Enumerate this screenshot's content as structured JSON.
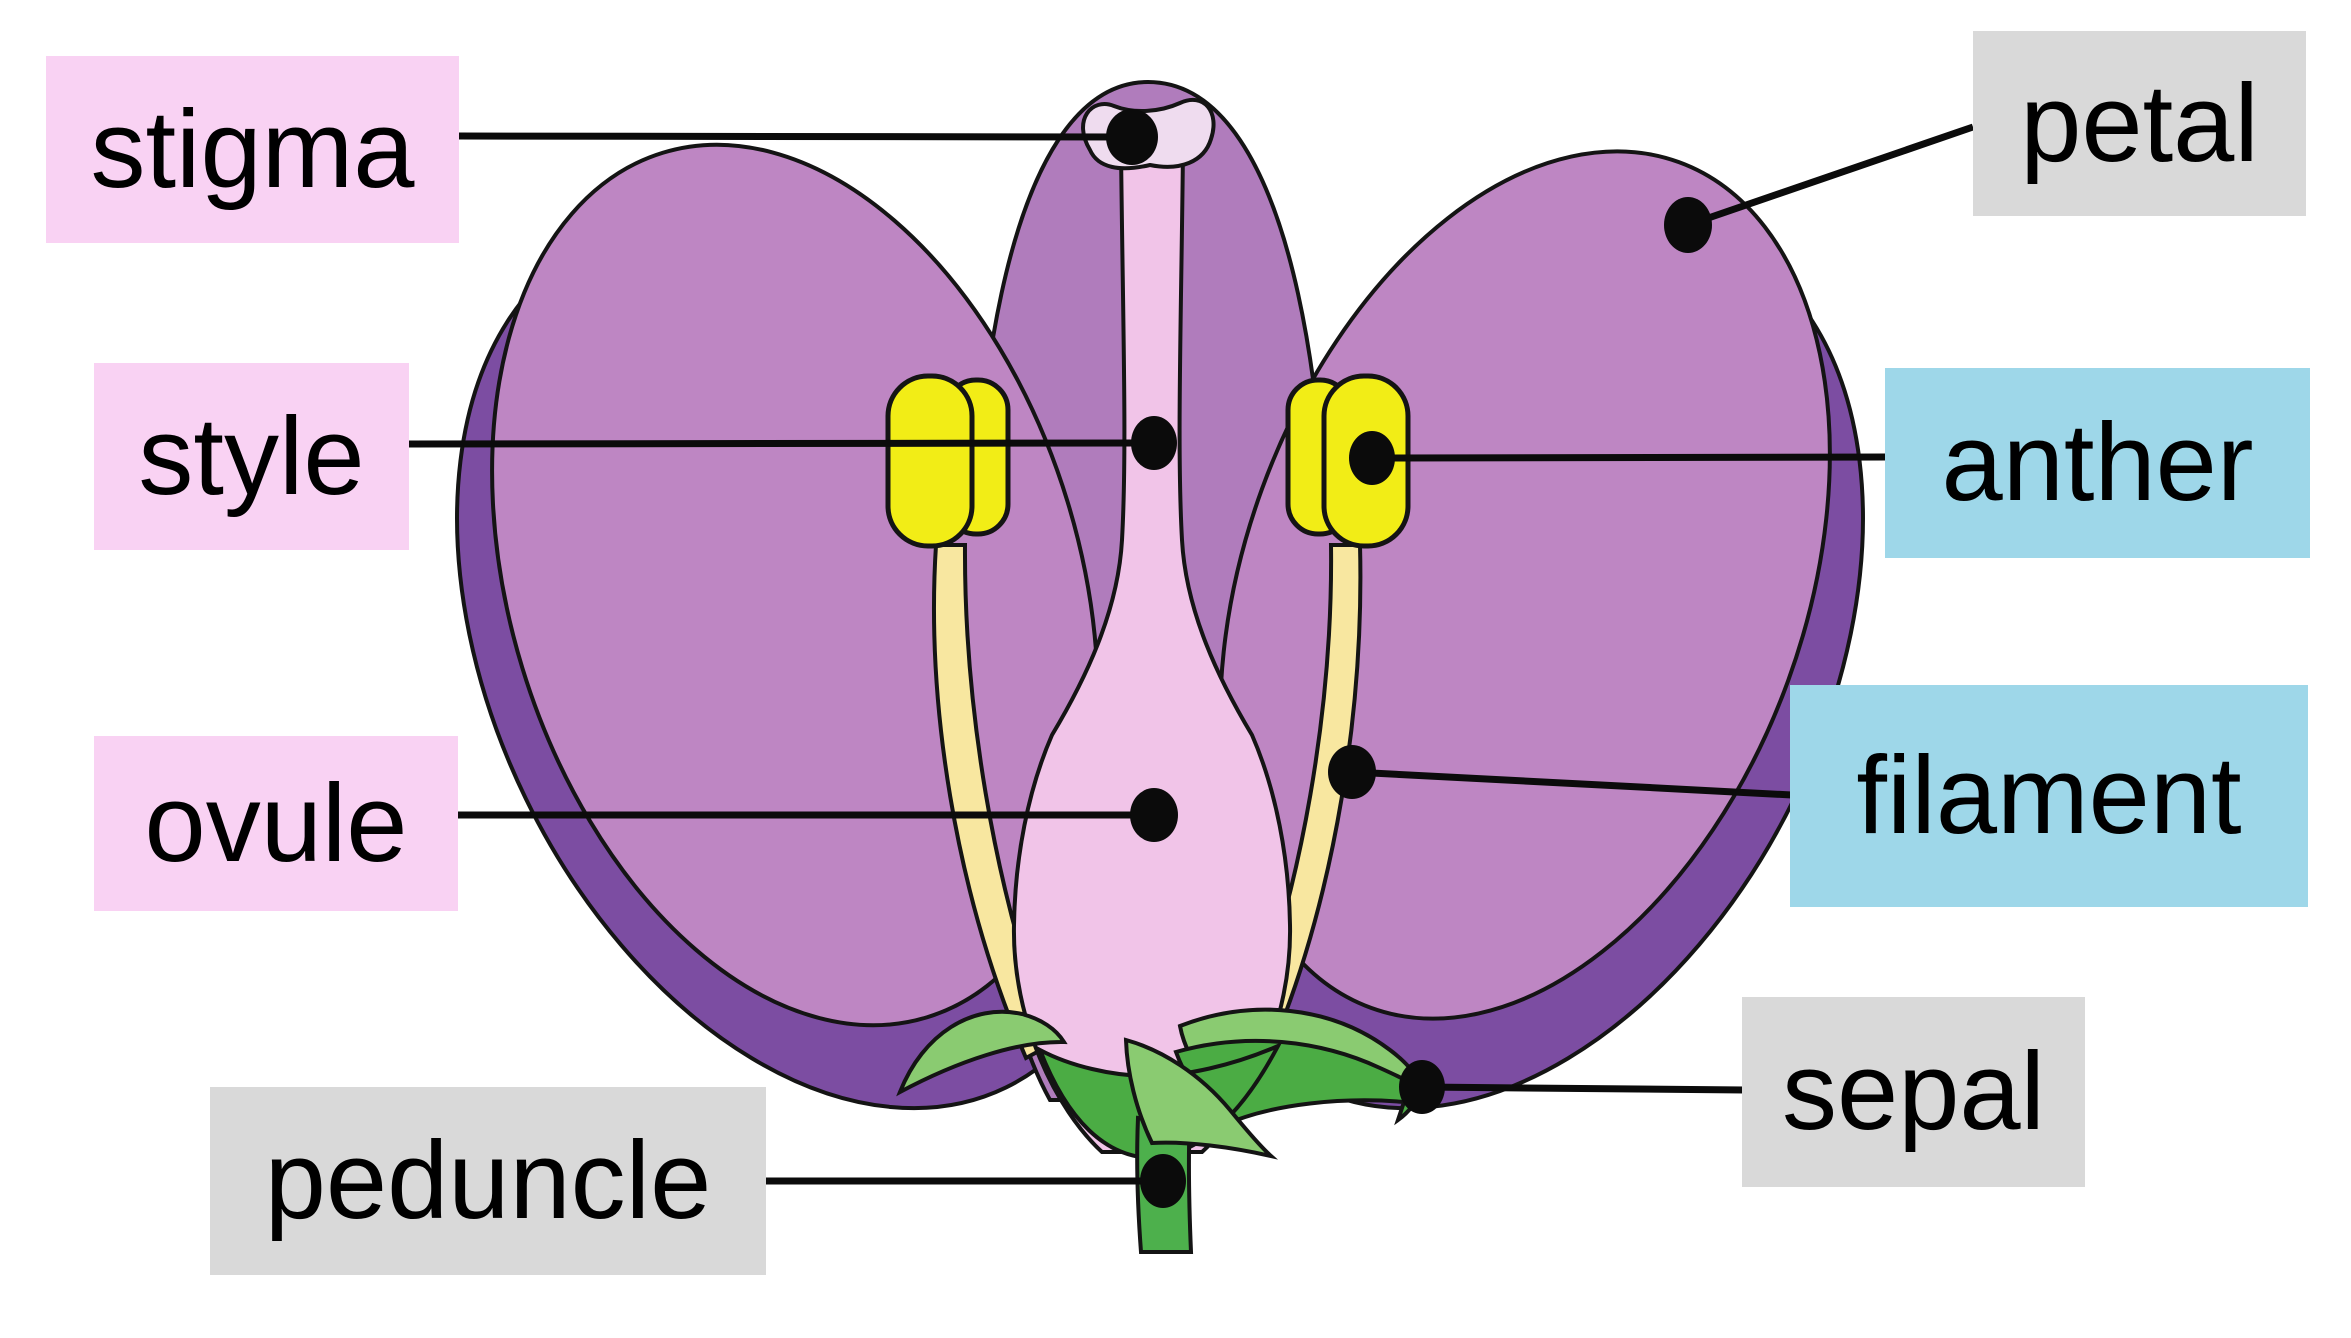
{
  "figure": {
    "type": "labeled-diagram",
    "subject": "flower anatomy cross-section"
  },
  "labels": [
    {
      "id": "stigma",
      "text": "stigma",
      "group": "pistil",
      "box_color": "#F9D2F3"
    },
    {
      "id": "style",
      "text": "style",
      "group": "pistil",
      "box_color": "#F9D2F3"
    },
    {
      "id": "ovule",
      "text": "ovule",
      "group": "pistil",
      "box_color": "#F9D2F3"
    },
    {
      "id": "peduncle",
      "text": "peduncle",
      "group": "structure",
      "box_color": "#D9D9D9"
    },
    {
      "id": "petal",
      "text": "petal",
      "group": "structure",
      "box_color": "#D9D9D9"
    },
    {
      "id": "anther",
      "text": "anther",
      "group": "stamen",
      "box_color": "#9ED7E9"
    },
    {
      "id": "filament",
      "text": "filament",
      "group": "stamen",
      "box_color": "#9ED7E9"
    },
    {
      "id": "sepal",
      "text": "sepal",
      "group": "structure",
      "box_color": "#D9D9D9"
    }
  ],
  "colors": {
    "petal_light": "#BE86C3",
    "petal_mid": "#B07CBC",
    "petal_dark": "#7C4DA2",
    "pistil_pink": "#F1C4E8",
    "stigma_pink": "#EFDCEF",
    "anther_yellow": "#F2ED16",
    "filament_yellow": "#F8E7A0",
    "green_dark": "#4BAC44",
    "green_light": "#8ACB71",
    "green_stem": "#4DB04C",
    "label_pink": "#F9D2F3",
    "label_gray": "#D9D9D9",
    "label_blue": "#9ED7E9",
    "line_black": "#0b0b0b",
    "outline": "#141414",
    "background": "#ffffff"
  }
}
